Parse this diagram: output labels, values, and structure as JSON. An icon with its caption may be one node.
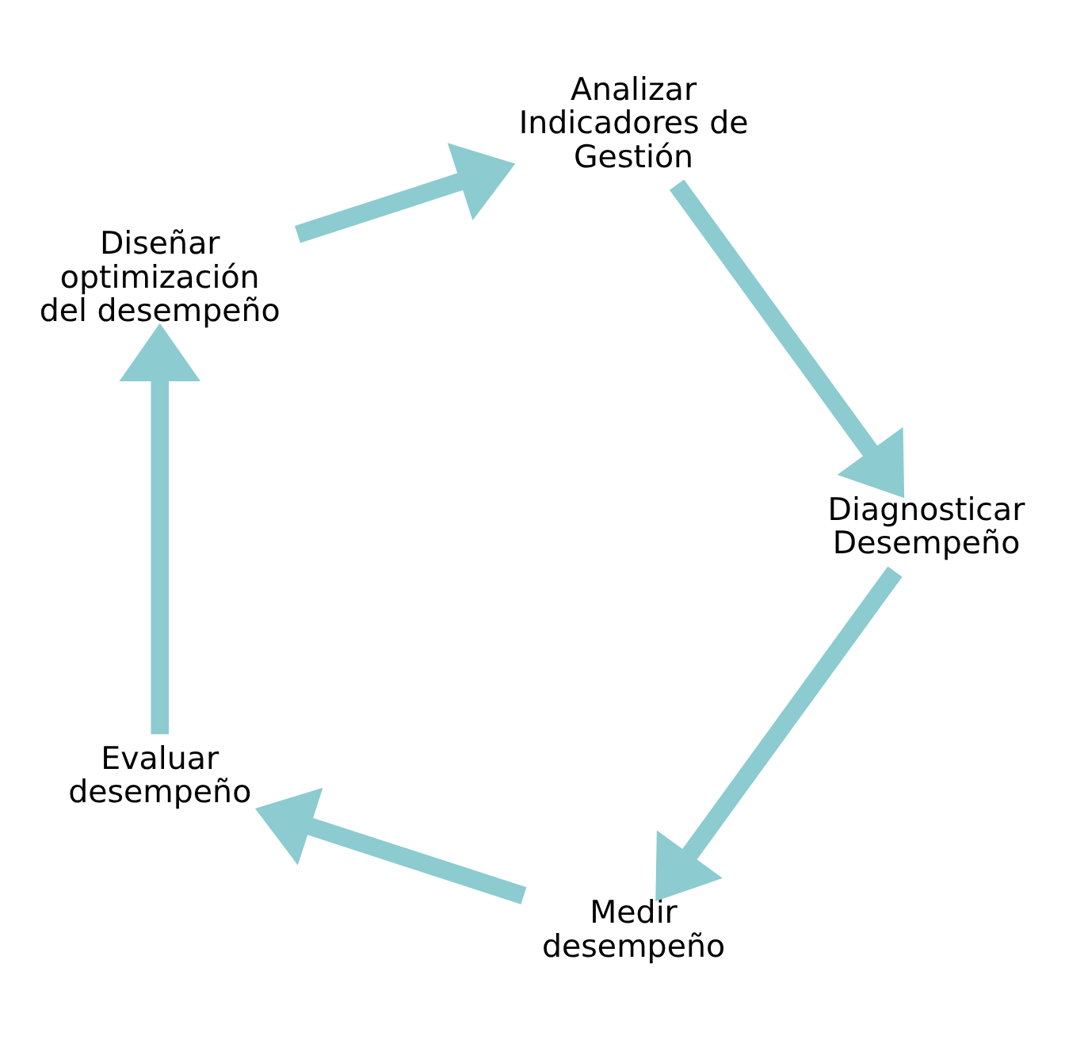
{
  "diagram": {
    "nodes": [
      {
        "text": [
          "Diseñar optimización del desempeño"
        ]
      },
      {
        "text": [
          "Analizar Indicadores de Gestión"
        ]
      },
      {
        "text": [
          "Evaluar desempeño"
        ]
      },
      {
        "text": [
          "Diagnosticar Desempeño"
        ]
      },
      {
        "text": [
          "Medir desempeño"
        ]
      }
    ],
    "edges": [
      {
        "from": 0,
        "to": 1,
        "arrow": "to"
      },
      {
        "from": 1,
        "to": 3,
        "arrow": "to"
      },
      {
        "from": 3,
        "to": 4,
        "arrow": "to"
      },
      {
        "from": 4,
        "to": 2,
        "arrow": "to"
      },
      {
        "from": 2,
        "to": 0,
        "arrow": "to"
      }
    ]
  }
}
